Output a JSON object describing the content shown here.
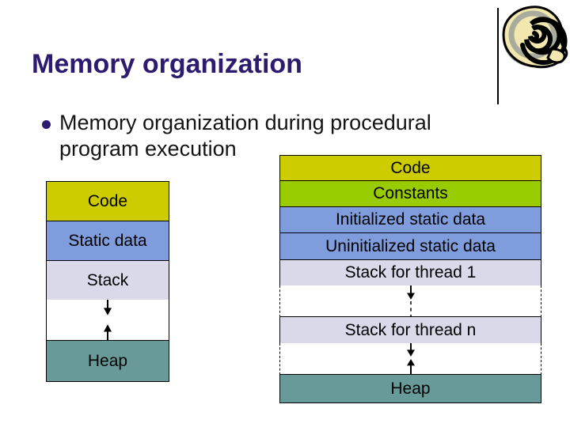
{
  "slide": {
    "title": "Memory organization",
    "bullet_line1": "Memory organization during procedural",
    "bullet_line2": "program execution"
  },
  "left_diagram": {
    "code": "Code",
    "static_data": "Static data",
    "stack": "Stack",
    "heap": "Heap"
  },
  "right_diagram": {
    "code": "Code",
    "constants": "Constants",
    "initialized_static_data": "Initialized static data",
    "uninitialized_static_data": "Uninitialized static data",
    "stack_thread_1": "Stack for thread 1",
    "stack_thread_n": "Stack for thread n",
    "heap": "Heap"
  },
  "colors": {
    "title": "#2E1A6E",
    "bullet_dot": "#2E1A6E",
    "code": "#CCCC00",
    "constants": "#99CC00",
    "static_data": "#7F9CDC",
    "stack": "#D9D9EA",
    "heap": "#699A9A",
    "gap": "#FFFFFF",
    "border": "#000000",
    "shell_fill": "#F2E8AF",
    "shell_shadow": "#A9AC9C"
  },
  "icons": {
    "bullet": "filled-circle",
    "down_arrow": "stack-grows-down-arrow",
    "up_arrow": "heap-grows-up-arrow",
    "shell": "spiral-snail-shell-clipart"
  }
}
